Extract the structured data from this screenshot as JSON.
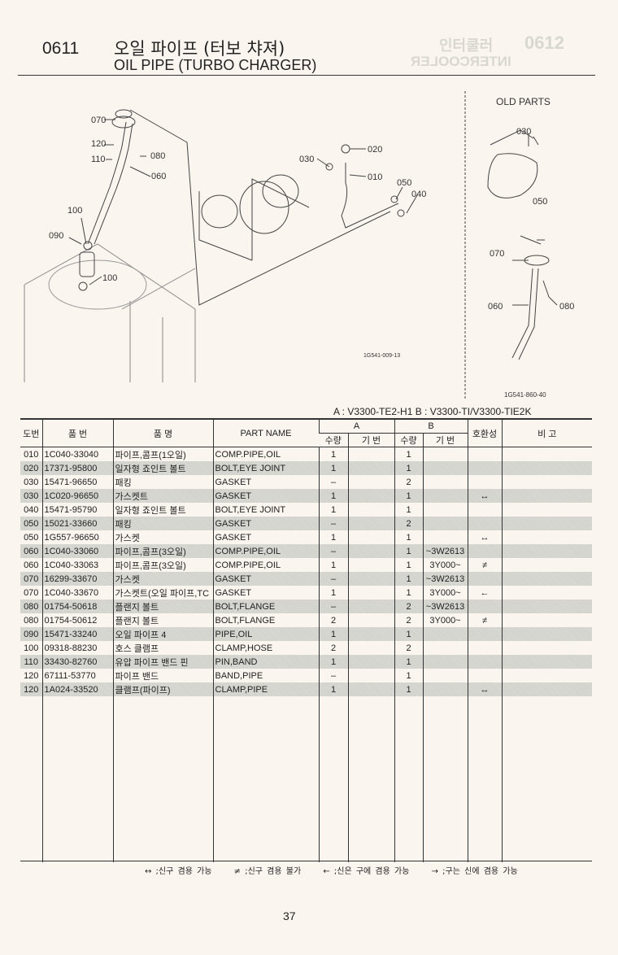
{
  "header": {
    "code": "0611",
    "title_ko": "오일 파이프 (터보 챠져)",
    "title_en": "OIL PIPE (TURBO CHARGER)"
  },
  "bleed_through": {
    "code": "0612",
    "title_ko": "인터쿨러",
    "title_en": "INTERCOOLER"
  },
  "diagram": {
    "labels_main": [
      "070",
      "120",
      "110",
      "080",
      "060",
      "100",
      "090",
      "100",
      "020",
      "030",
      "010",
      "050",
      "040"
    ],
    "figure_id_main": "1G541-009-13",
    "old_parts_title": "OLD PARTS",
    "labels_old": [
      "030",
      "050",
      "070",
      "060",
      "080"
    ],
    "figure_id_old": "1G541-860-40"
  },
  "models": "A : V3300-TE2-H1   B : V3300-TI/V3300-TIE2K",
  "table": {
    "headers": {
      "ref": "도번",
      "part_no": "품 번",
      "name_ko": "품 명",
      "part_name": "PART NAME",
      "a": "A",
      "b": "B",
      "qty": "수량",
      "serial": "기 번",
      "compat": "호환성",
      "remarks": "비 고"
    },
    "rows": [
      {
        "ref": "010",
        "part_no": "1C040-33040",
        "name_ko": "파이프,콤프(1오일)",
        "name_en": "COMP.PIPE,OIL",
        "a_qty": "1",
        "a_serial": "",
        "b_qty": "1",
        "b_serial": "",
        "compat": "",
        "shade": false
      },
      {
        "ref": "020",
        "part_no": "17371-95800",
        "name_ko": "일자형 죠인트 볼트",
        "name_en": "BOLT,EYE JOINT",
        "a_qty": "1",
        "a_serial": "",
        "b_qty": "1",
        "b_serial": "",
        "compat": "",
        "shade": true
      },
      {
        "ref": "030",
        "part_no": "15471-96650",
        "name_ko": "패킹",
        "name_en": "GASKET",
        "a_qty": "–",
        "a_serial": "",
        "b_qty": "2",
        "b_serial": "",
        "compat": "",
        "shade": false
      },
      {
        "ref": "030",
        "part_no": "1C020-96650",
        "name_ko": "가스켓트",
        "name_en": "GASKET",
        "a_qty": "1",
        "a_serial": "",
        "b_qty": "1",
        "b_serial": "",
        "compat": "↔",
        "shade": true
      },
      {
        "ref": "040",
        "part_no": "15471-95790",
        "name_ko": "일자형 죠인트 볼트",
        "name_en": "BOLT,EYE JOINT",
        "a_qty": "1",
        "a_serial": "",
        "b_qty": "1",
        "b_serial": "",
        "compat": "",
        "shade": false
      },
      {
        "ref": "050",
        "part_no": "15021-33660",
        "name_ko": "패킹",
        "name_en": "GASKET",
        "a_qty": "–",
        "a_serial": "",
        "b_qty": "2",
        "b_serial": "",
        "compat": "",
        "shade": true
      },
      {
        "ref": "050",
        "part_no": "1G557-96650",
        "name_ko": "가스켓",
        "name_en": "GASKET",
        "a_qty": "1",
        "a_serial": "",
        "b_qty": "1",
        "b_serial": "",
        "compat": "↔",
        "shade": false
      },
      {
        "ref": "060",
        "part_no": "1C040-33060",
        "name_ko": "파이프,콤프(3오일)",
        "name_en": "COMP.PIPE,OIL",
        "a_qty": "–",
        "a_serial": "",
        "b_qty": "1",
        "b_serial": "~3W2613",
        "compat": "",
        "shade": true
      },
      {
        "ref": "060",
        "part_no": "1C040-33063",
        "name_ko": "파이프,콤프(3오일)",
        "name_en": "COMP.PIPE,OIL",
        "a_qty": "1",
        "a_serial": "",
        "b_qty": "1",
        "b_serial": "3Y000~",
        "compat": "≠",
        "shade": false
      },
      {
        "ref": "070",
        "part_no": "16299-33670",
        "name_ko": "가스켓",
        "name_en": "GASKET",
        "a_qty": "–",
        "a_serial": "",
        "b_qty": "1",
        "b_serial": "~3W2613",
        "compat": "",
        "shade": true
      },
      {
        "ref": "070",
        "part_no": "1C040-33670",
        "name_ko": "가스켓트(오일 파이프,TC",
        "name_en": "GASKET",
        "a_qty": "1",
        "a_serial": "",
        "b_qty": "1",
        "b_serial": "3Y000~",
        "compat": "←",
        "shade": false
      },
      {
        "ref": "080",
        "part_no": "01754-50618",
        "name_ko": "플랜지 볼트",
        "name_en": "BOLT,FLANGE",
        "a_qty": "–",
        "a_serial": "",
        "b_qty": "2",
        "b_serial": "~3W2613",
        "compat": "",
        "shade": true
      },
      {
        "ref": "080",
        "part_no": "01754-50612",
        "name_ko": "플랜지 볼트",
        "name_en": "BOLT,FLANGE",
        "a_qty": "2",
        "a_serial": "",
        "b_qty": "2",
        "b_serial": "3Y000~",
        "compat": "≠",
        "shade": false
      },
      {
        "ref": "090",
        "part_no": "15471-33240",
        "name_ko": "오일 파이프 4",
        "name_en": "PIPE,OIL",
        "a_qty": "1",
        "a_serial": "",
        "b_qty": "1",
        "b_serial": "",
        "compat": "",
        "shade": true
      },
      {
        "ref": "100",
        "part_no": "09318-88230",
        "name_ko": "호스 클램프",
        "name_en": "CLAMP,HOSE",
        "a_qty": "2",
        "a_serial": "",
        "b_qty": "2",
        "b_serial": "",
        "compat": "",
        "shade": false
      },
      {
        "ref": "110",
        "part_no": "33430-82760",
        "name_ko": "유압 파이프 밴드 핀",
        "name_en": "PIN,BAND",
        "a_qty": "1",
        "a_serial": "",
        "b_qty": "1",
        "b_serial": "",
        "compat": "",
        "shade": true
      },
      {
        "ref": "120",
        "part_no": "67111-53770",
        "name_ko": "파이프 밴드",
        "name_en": "BAND,PIPE",
        "a_qty": "–",
        "a_serial": "",
        "b_qty": "1",
        "b_serial": "",
        "compat": "",
        "shade": false
      },
      {
        "ref": "120",
        "part_no": "1A024-33520",
        "name_ko": "클램프(파이프)",
        "name_en": "CLAMP,PIPE",
        "a_qty": "1",
        "a_serial": "",
        "b_qty": "1",
        "b_serial": "",
        "compat": "↔",
        "shade": true
      }
    ]
  },
  "legend": [
    "↔ ;신구 겸용 가능",
    "≠ ;신구 겸용 불가",
    "← ;신은 구에 겸용 가능",
    "→ ;구는 신에 겸용 가능"
  ],
  "page_number": "37"
}
